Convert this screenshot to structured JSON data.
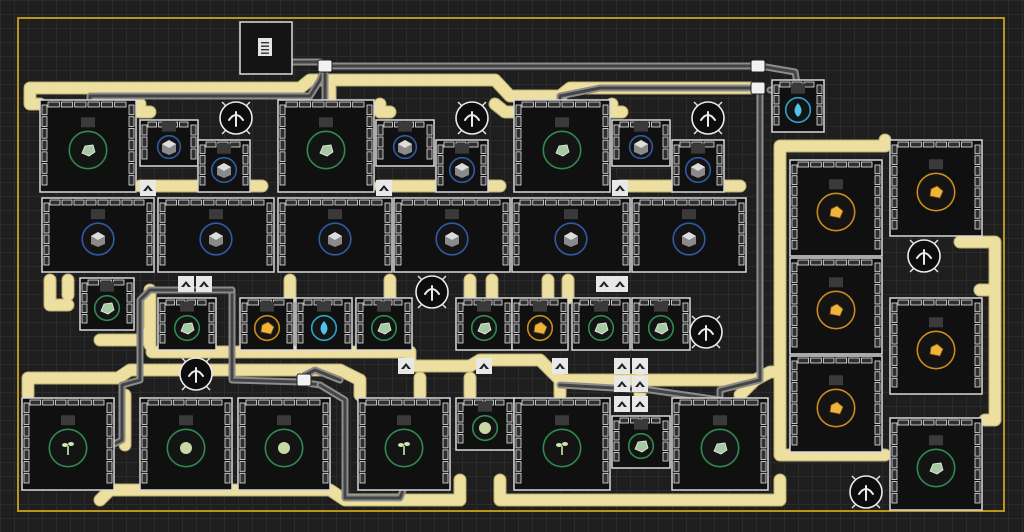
{
  "scene": {
    "view": "factory-layout",
    "border_color": "#b8961e",
    "belt_color": "#ecdfa0",
    "pipe_color": "#8c8c8c"
  },
  "ring_colors": {
    "green": "#2f8a4f",
    "blue": "#2f5aa6",
    "orange": "#c98a1e",
    "cyan": "#2aa4c9"
  },
  "item_icons": {
    "green": "ore-chunk-icon",
    "blue": "metal-cube-icon",
    "orange": "gold-ore-icon",
    "cyan": "water-drop-icon",
    "plant": "sapling-icon",
    "sphere": "sphere-icon"
  },
  "machines": [
    {
      "kind": "smelter",
      "item": "green"
    },
    {
      "kind": "press",
      "item": "blue"
    },
    {
      "kind": "press",
      "item": "blue"
    },
    {
      "kind": "smelter",
      "item": "green"
    },
    {
      "kind": "press",
      "item": "blue"
    },
    {
      "kind": "press",
      "item": "blue"
    },
    {
      "kind": "smelter",
      "item": "green"
    },
    {
      "kind": "press",
      "item": "blue"
    },
    {
      "kind": "press",
      "item": "blue"
    },
    {
      "kind": "assembler",
      "item": "blue"
    },
    {
      "kind": "assembler",
      "item": "blue"
    },
    {
      "kind": "assembler",
      "item": "blue"
    },
    {
      "kind": "assembler",
      "item": "blue"
    },
    {
      "kind": "assembler",
      "item": "blue"
    },
    {
      "kind": "assembler",
      "item": "blue"
    },
    {
      "kind": "press",
      "item": "green"
    },
    {
      "kind": "press",
      "item": "green"
    },
    {
      "kind": "press",
      "item": "orange"
    },
    {
      "kind": "pump",
      "item": "cyan"
    },
    {
      "kind": "press",
      "item": "green"
    },
    {
      "kind": "press",
      "item": "green"
    },
    {
      "kind": "press",
      "item": "orange"
    },
    {
      "kind": "press",
      "item": "green"
    },
    {
      "kind": "press",
      "item": "green"
    },
    {
      "kind": "farm",
      "item": "plant"
    },
    {
      "kind": "grower",
      "item": "sphere"
    },
    {
      "kind": "grower",
      "item": "sphere"
    },
    {
      "kind": "farm",
      "item": "plant"
    },
    {
      "kind": "grower",
      "item": "sphere"
    },
    {
      "kind": "farm",
      "item": "plant"
    },
    {
      "kind": "refinery",
      "item": "orange"
    },
    {
      "kind": "refinery",
      "item": "orange"
    },
    {
      "kind": "refinery",
      "item": "orange"
    },
    {
      "kind": "refinery",
      "item": "orange"
    },
    {
      "kind": "refinery",
      "item": "orange"
    },
    {
      "kind": "press",
      "item": "green"
    },
    {
      "kind": "press",
      "item": "green"
    },
    {
      "kind": "press",
      "item": "green"
    },
    {
      "kind": "pump",
      "item": "cyan"
    }
  ],
  "hubs_count": 8,
  "storage": {
    "icon": "storage-document-icon"
  }
}
